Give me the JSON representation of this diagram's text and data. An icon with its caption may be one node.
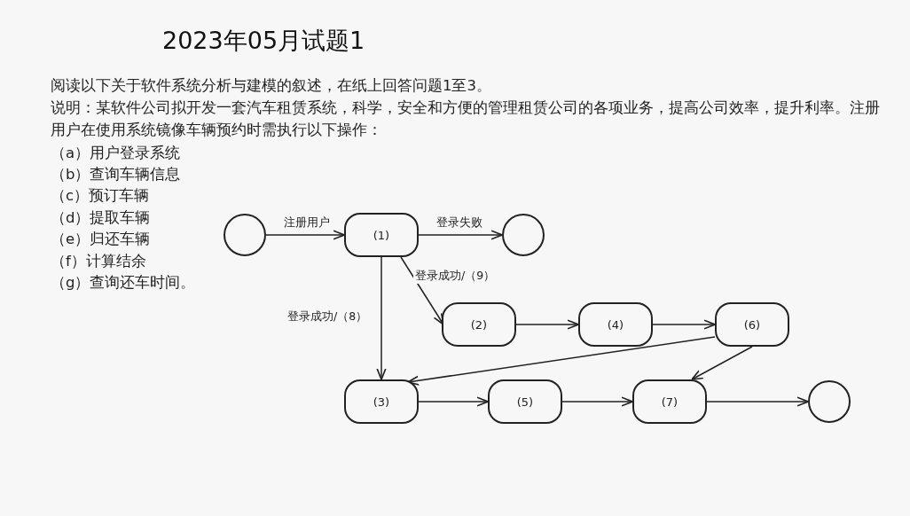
{
  "diagram": {
    "title": "2023年05月试题1",
    "nodes": [
      {
        "text": [],
        "shape": "circle"
      },
      {
        "text": [
          "(1)"
        ]
      },
      {
        "text": [],
        "shape": "circle"
      },
      {
        "text": [
          "(2)"
        ]
      },
      {
        "text": [
          "(4)"
        ]
      },
      {
        "text": [
          "(6)"
        ]
      },
      {
        "text": [
          "(3)"
        ]
      },
      {
        "text": [
          "(5)"
        ]
      },
      {
        "text": [
          "(7)"
        ]
      },
      {
        "text": [],
        "shape": "circle"
      }
    ],
    "edges": [
      {
        "from": 0,
        "to": 1,
        "arrow": "to",
        "label": "注册用户"
      },
      {
        "from": 1,
        "to": 2,
        "arrow": "to",
        "label": "登录失败"
      },
      {
        "from": 1,
        "to": 3,
        "arrow": "to",
        "label": "登录成功/（9）"
      },
      {
        "from": 1,
        "to": 6,
        "arrow": "to",
        "label": "登录成功/（8）"
      },
      {
        "from": 3,
        "to": 4,
        "arrow": "to"
      },
      {
        "from": 4,
        "to": 5,
        "arrow": "to"
      },
      {
        "from": 5,
        "to": 6,
        "arrow": "to"
      },
      {
        "from": 5,
        "to": 8,
        "arrow": "to"
      },
      {
        "from": 6,
        "to": 7,
        "arrow": "to"
      },
      {
        "from": 7,
        "to": 8,
        "arrow": "to"
      },
      {
        "from": 8,
        "to": 9,
        "arrow": "to"
      }
    ],
    "labels": [
      "阅读以下关于软件系统分析与建模的叙述，在纸上回答问题1至3。",
      "说明：某软件公司拟开发一套汽车租赁系统，科学，安全和方便的管理租赁公司的各项业务，提高公司效率，提升利率。注册用户在使用系统镜像车辆预约时需执行以下操作：",
      "（a）用户登录系统",
      "（b）查询车辆信息",
      "（c）预订车辆",
      "（d）提取车辆",
      "（e）归还车辆",
      "（f）计算结余",
      "（g）查询还车时间。"
    ]
  }
}
